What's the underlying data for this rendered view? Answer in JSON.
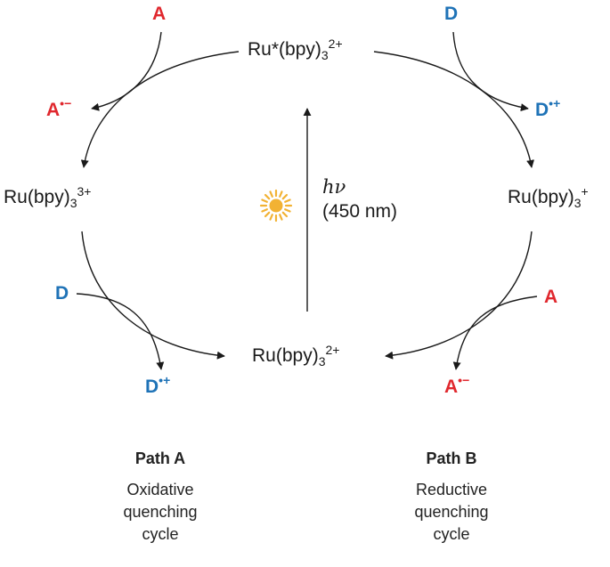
{
  "complexes": {
    "excited": {
      "base": "Ru*(bpy)",
      "sub": "3",
      "sup": "2+"
    },
    "oxidized": {
      "base": "Ru(bpy)",
      "sub": "3",
      "sup": "3+"
    },
    "reduced": {
      "base": "Ru(bpy)",
      "sub": "3",
      "sup": "+"
    },
    "ground": {
      "base": "Ru(bpy)",
      "sub": "3",
      "sup": "2+"
    }
  },
  "species": {
    "acceptor": "A",
    "donor": "D",
    "acceptor_radical_sup": "•−",
    "donor_radical_sup": "•+"
  },
  "excitation": {
    "symbol": "hν",
    "wavelength": "(450 nm)"
  },
  "paths": {
    "a": {
      "title": "Path A",
      "desc_line1": "Oxidative",
      "desc_line2": "quenching",
      "desc_line3": "cycle"
    },
    "b": {
      "title": "Path B",
      "desc_line1": "Reductive",
      "desc_line2": "quenching",
      "desc_line3": "cycle"
    }
  },
  "colors": {
    "acceptor": "#e0282e",
    "donor": "#1f73b7",
    "sun": "#f2b233",
    "line": "#1a1a1a"
  },
  "icons": {
    "light": "sun-icon"
  }
}
